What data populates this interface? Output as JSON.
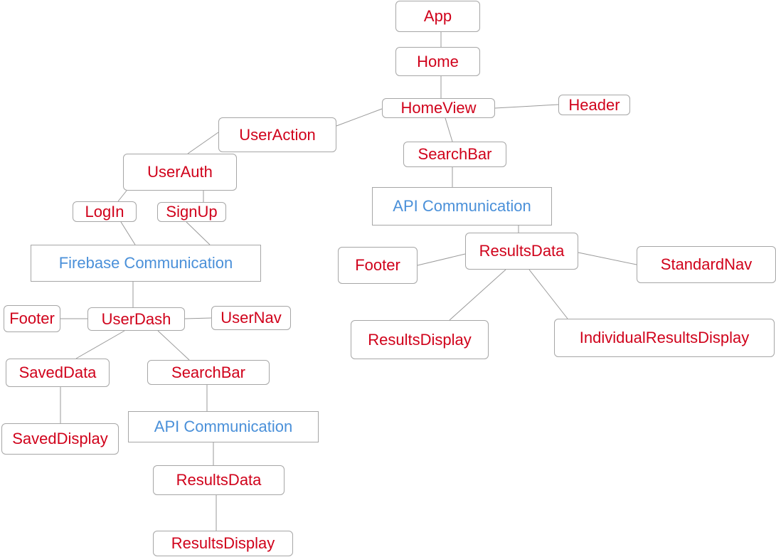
{
  "colors": {
    "component_text": "#d0021b",
    "service_text": "#4a90d9",
    "border": "#a6a6a6",
    "edge": "#9a9a9a",
    "background": "#ffffff"
  },
  "nodes": {
    "app": "App",
    "home": "Home",
    "homeview": "HomeView",
    "header": "Header",
    "useraction": "UserAction",
    "searchbar_main": "SearchBar",
    "userauth": "UserAuth",
    "api_main": "API Communication",
    "login": "LogIn",
    "signup": "SignUp",
    "firebase": "Firebase Communication",
    "footer_main": "Footer",
    "resultsdata_main": "ResultsData",
    "standardnav": "StandardNav",
    "footer_dash": "Footer",
    "userdash": "UserDash",
    "usernav": "UserNav",
    "resultsdisplay_main": "ResultsDisplay",
    "individualresultsdisplay": "IndividualResultsDisplay",
    "saveddata": "SavedData",
    "searchbar_dash": "SearchBar",
    "api_dash": "API Communication",
    "saveddisplay": "SavedDisplay",
    "resultsdata_dash": "ResultsData",
    "resultsdisplay_dash": "ResultsDisplay"
  }
}
